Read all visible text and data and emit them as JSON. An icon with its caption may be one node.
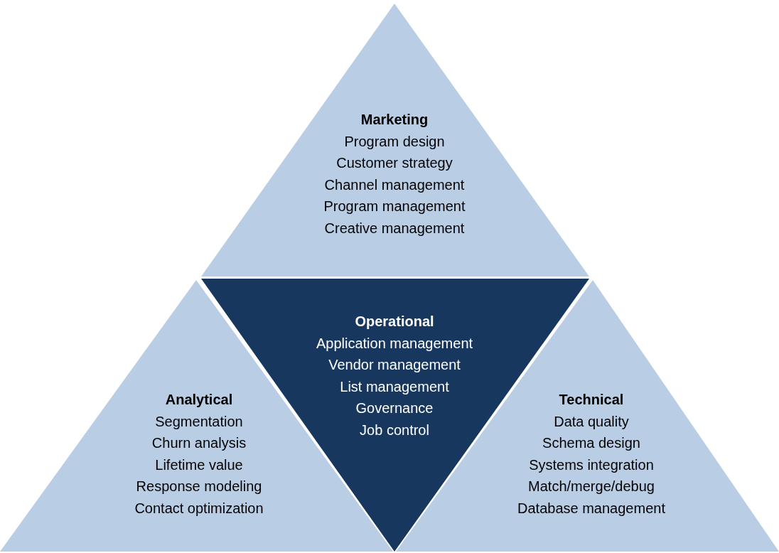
{
  "diagram": {
    "nodes": [
      {
        "text": [
          "Marketing",
          "Program design",
          "Customer strategy",
          "Channel management",
          "Program management",
          "Creative management"
        ]
      },
      {
        "text": [
          "Operational",
          "Application management",
          "Vendor management",
          "List management",
          "Governance",
          "Job control"
        ]
      },
      {
        "text": [
          "Analytical",
          "Segmentation",
          "Churn analysis",
          "Lifetime value",
          "Response modeling",
          "Contact optimization"
        ]
      },
      {
        "text": [
          "Technical",
          "Data quality",
          "Schema design",
          "Systems integration",
          "Match/merge/debug",
          "Database management"
        ]
      }
    ],
    "edges": []
  }
}
